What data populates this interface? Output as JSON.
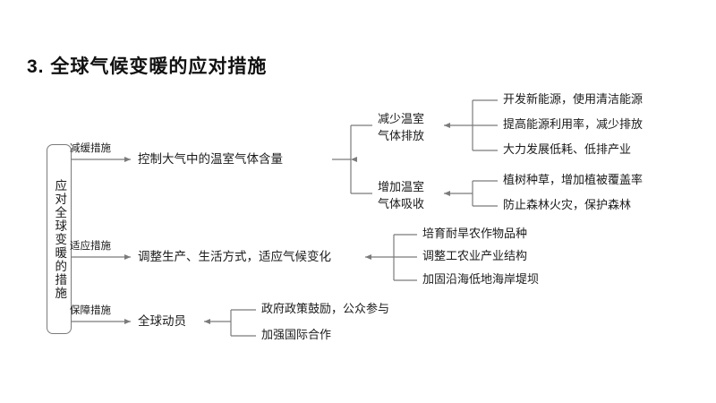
{
  "title": "3. 全球气候变暖的应对措施",
  "root": {
    "label": "应对全球变暖的措施"
  },
  "branches": [
    {
      "label": "减缓措施",
      "node": "控制大气中的温室气体含量",
      "groups": [
        {
          "title_line1": "减少温室",
          "title_line2": "气体排放",
          "items": [
            "开发新能源，使用清洁能源",
            "提高能源利用率，减少排放",
            "大力发展低耗、低排产业"
          ]
        },
        {
          "title_line1": "增加温室",
          "title_line2": "气体吸收",
          "items": [
            "植树种草，增加植被覆盖率",
            "防止森林火灾，保护森林"
          ]
        }
      ]
    },
    {
      "label": "适应措施",
      "node": "调整生产、生活方式，适应气候变化",
      "items": [
        "培育耐旱农作物品种",
        "调整工农业产业结构",
        "加固沿海低地海岸堤坝"
      ]
    },
    {
      "label": "保障措施",
      "node": "全球动员",
      "items": [
        "政府政策鼓励，公众参与",
        "加强国际合作"
      ]
    }
  ],
  "colors": {
    "line": "#7b7b7b",
    "text": "#1a1a1a",
    "background": "#ffffff"
  }
}
